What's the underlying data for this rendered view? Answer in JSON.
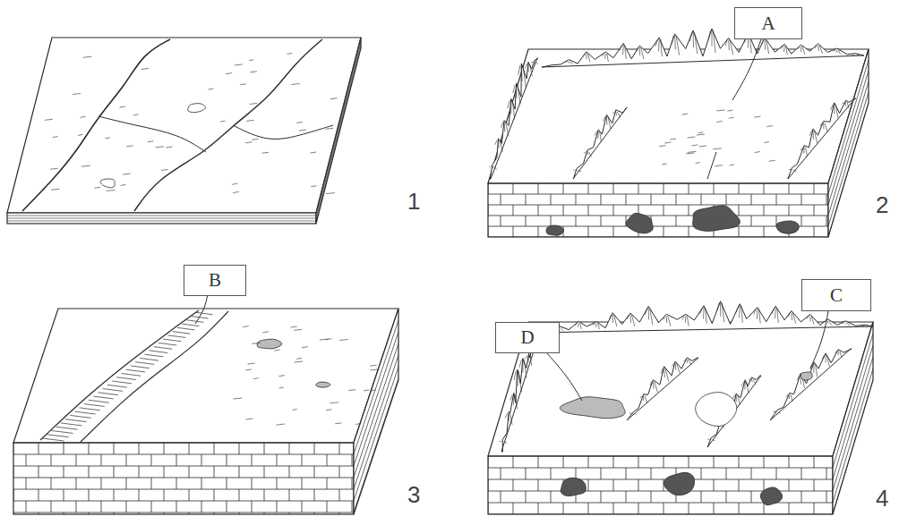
{
  "diagram": {
    "nodes": [
      {
        "text": [
          "A"
        ]
      },
      {
        "text": [
          "B"
        ]
      },
      {
        "text": [
          "C"
        ]
      },
      {
        "text": [
          "D"
        ]
      }
    ],
    "labels": [
      "1",
      "2",
      "3",
      "4"
    ]
  }
}
